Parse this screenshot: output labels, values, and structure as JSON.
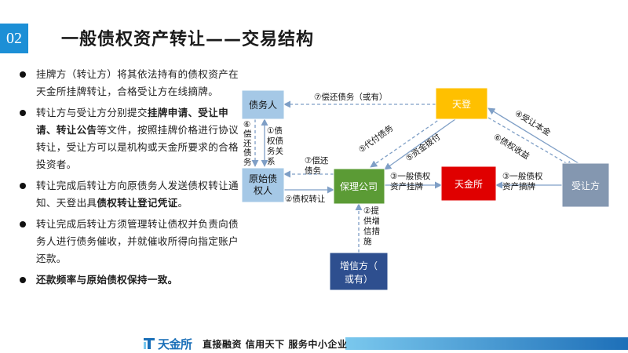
{
  "header": {
    "number": "02",
    "title": "一般债权资产转让——交易结构"
  },
  "bullets": [
    [
      {
        "t": "挂牌方（转让方）将其依法持有的债权资产在天金所挂牌转让，合格受让方在线摘牌。",
        "b": false
      }
    ],
    [
      {
        "t": "转让方与受让方分别提交",
        "b": false
      },
      {
        "t": "挂牌申请、受让申请、转让公告",
        "b": true
      },
      {
        "t": "等文件，按照挂牌价格进行协议转让，受让方可以是机构或天金所要求的合格投资者。",
        "b": false
      }
    ],
    [
      {
        "t": "转让完成后转让方向原债务人发送债权转让通知、天登出具",
        "b": false
      },
      {
        "t": "债权转让登记凭证",
        "b": true
      },
      {
        "t": "。",
        "b": false
      }
    ],
    [
      {
        "t": "转让完成后转让方须管理转让债权并负责向债务人进行债务催收，并就催收所得向指定账户还款。",
        "b": false
      }
    ],
    [
      {
        "t": "还款频率与原始债权保持一致。",
        "b": true
      }
    ]
  ],
  "diagram": {
    "nodes": {
      "debtor": "债务人",
      "tiandeng": "天登",
      "orig_creditor": "原始债权人",
      "factoring": "保理公司",
      "tianjinsuo": "天金所",
      "transferee": "受让方",
      "credit_enh": "增信方（或有）"
    },
    "edges": {
      "repay_debt": "⑦偿还债务（或有）",
      "repay_debt2": "⑦偿还债务",
      "repay_debt_v": "⑥偿还债务",
      "debt_relation": "①债权债务关系",
      "transfer_debt": "②债权转让",
      "listing": "③一般债权资产挂牌",
      "delisting": "③一般债权资产摘牌",
      "credit_support": "②提供增信措施",
      "proxy_pay": "⑤代付债务",
      "fund_allot": "⑤资金拨付",
      "receive_principal": "④受让本金",
      "debt_income": "⑥债权收益"
    },
    "colors": {
      "debtor": "#a5c8e6",
      "tiandeng": "#ffc000",
      "orig_creditor": "#a5c8e6",
      "factoring": "#5b9b35",
      "tianjinsuo": "#e00000",
      "transferee": "#8497b0",
      "credit_enh": "#2e4f8f",
      "arrow": "#7f9fc6"
    }
  },
  "footer": {
    "logo_text": "天金所",
    "slogan": "直接融资 信用天下 服务中小企业"
  }
}
